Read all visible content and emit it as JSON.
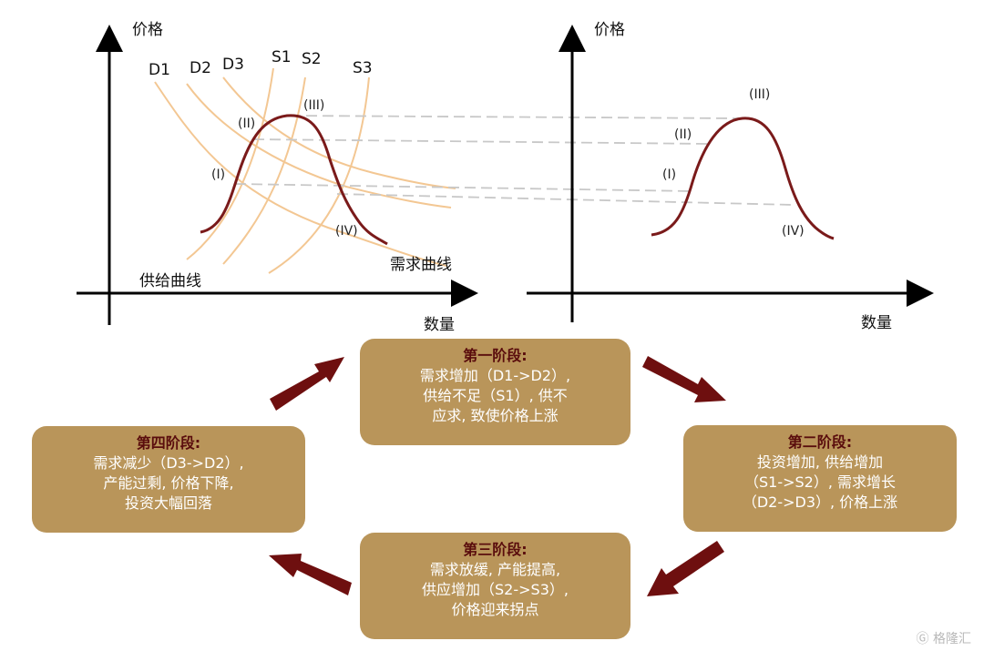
{
  "left_chart": {
    "y_axis_label": "价格",
    "x_axis_label": "数量",
    "demand_labels": [
      "D1",
      "D2",
      "D3"
    ],
    "supply_labels": [
      "S1",
      "S2",
      "S3"
    ],
    "phase_labels": [
      "(I)",
      "(II)",
      "(III)",
      "(IV)"
    ],
    "supply_curve_label": "供给曲线",
    "demand_curve_label": "需求曲线"
  },
  "right_chart": {
    "y_axis_label": "价格",
    "x_axis_label": "数量",
    "phase_labels": [
      "(I)",
      "(II)",
      "(III)",
      "(IV)"
    ]
  },
  "stages": [
    {
      "title": "第一阶段:",
      "lines": [
        "需求增加（D1->D2）,",
        "供给不足（S1）, 供不",
        "应求, 致使价格上涨"
      ]
    },
    {
      "title": "第二阶段:",
      "lines": [
        "投资增加, 供给增加",
        "（S1->S2）, 需求增长",
        "（D2->D3）, 价格上涨"
      ]
    },
    {
      "title": "第三阶段:",
      "lines": [
        "需求放缓, 产能提高,",
        "供应增加（S2->S3）,",
        "价格迎来拐点"
      ]
    },
    {
      "title": "第四阶段:",
      "lines": [
        "需求减少（D3->D2）,",
        "产能过剩, 价格下降,",
        "投资大幅回落"
      ]
    }
  ],
  "colors": {
    "curve": "#7a1a1a",
    "supply_demand": "#f3c793",
    "box": "#b9955a",
    "box_title": "#5a0d0d",
    "arrow": "#6e0f0f",
    "dashed": "#c8c8c8"
  },
  "watermark": "格隆汇"
}
